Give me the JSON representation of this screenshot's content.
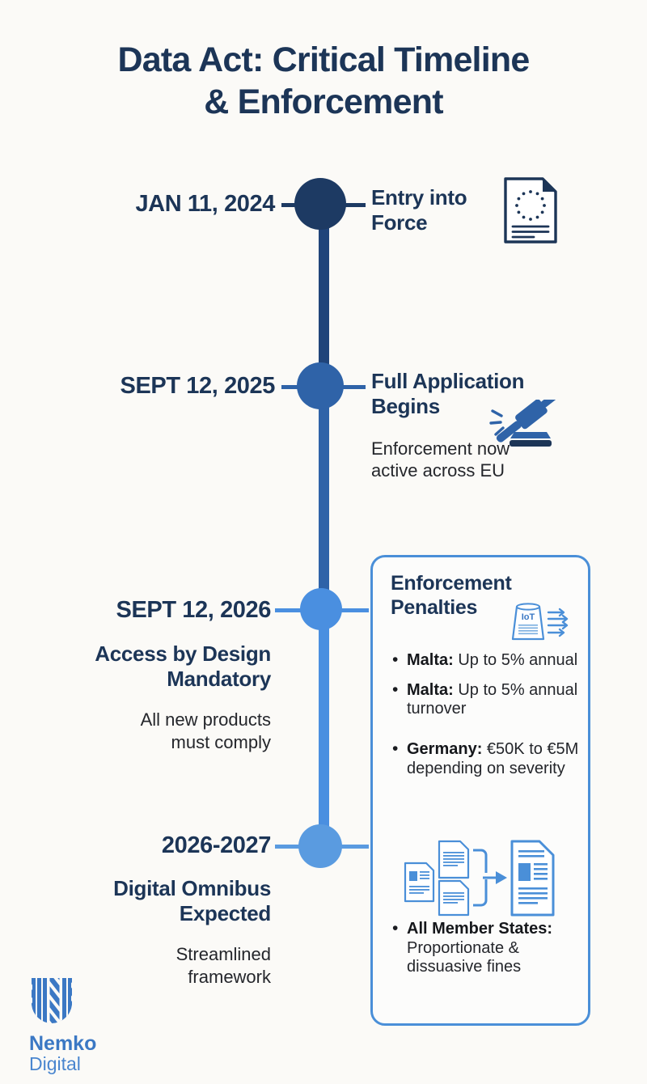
{
  "page": {
    "background": "#fbfaf7",
    "title_line1": "Data Act: Critical Timeline",
    "title_line2": "& Enforcement"
  },
  "colors": {
    "navy": "#1c3557",
    "dot_1": "#1d3a63",
    "dot_2": "#2f63a8",
    "dot_3": "#4a8fe0",
    "dot_4": "#5a9be0",
    "card_border": "#4a8fd8",
    "logo_blue": "#3b78c4"
  },
  "timeline": [
    {
      "date": "JAN 11, 2024",
      "title": "Entry into\nForce",
      "title_l1": "Entry into",
      "title_l2": "Force",
      "subtitle": "",
      "icon": "eu-document-icon",
      "dot_color": "#1d3a63"
    },
    {
      "date": "SEPT 12, 2025",
      "title_l1": "Full Application",
      "title_l2": "Begins",
      "sub_l1": "Enforcement now",
      "sub_l2": "active across EU",
      "icon": "gavel-icon",
      "dot_color": "#2f63a8"
    },
    {
      "date": "SEPT 12, 2026",
      "title_l1": "Access by Design",
      "title_l2": "Mandatory",
      "sub_l1": "All new products",
      "sub_l2": "must comply",
      "icon": "",
      "dot_color": "#4a8fe0"
    },
    {
      "date": "2026-2027",
      "title_l1": "Digital Omnibus",
      "title_l2": "Expected",
      "sub_l1": "Streamlined",
      "sub_l2": "framework",
      "icon": "",
      "dot_color": "#5a9be0"
    }
  ],
  "penalties": {
    "title_l1": "Enforcement",
    "title_l2": "Penalties",
    "icon_top": "iot-device-icon",
    "icon_mid": "document-merge-icon",
    "items": [
      {
        "label": "Malta:",
        "text": " Up to 5% annual"
      },
      {
        "label": "Malta:",
        "text": " Up to 5% annual turnover"
      },
      {
        "label": "Germany:",
        "text": " €50K to €5M depending on severity"
      },
      {
        "label": "All Member States:",
        "text": " Proportionate & dissuasive fines"
      }
    ]
  },
  "logo": {
    "mark": "nemko-logo-mark",
    "name": "Nemko",
    "suffix": "Digital"
  }
}
